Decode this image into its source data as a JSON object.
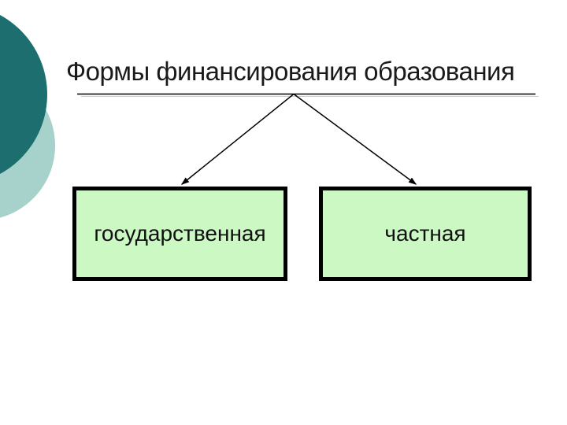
{
  "slide": {
    "title": "Формы финансирования образования",
    "nodes": [
      {
        "label": "государственная"
      },
      {
        "label": "частная"
      }
    ],
    "colors": {
      "background": "#ffffff",
      "title_text": "#1a1a1a",
      "box_fill": "#ccf8c4",
      "box_border": "#000000",
      "connector_line": "#000000",
      "title_underline": "#000000",
      "underline_shadow": "#c9c9c9",
      "circle_dark_teal": "#1d6e6e",
      "circle_light_teal": "#a6d2cb"
    }
  }
}
